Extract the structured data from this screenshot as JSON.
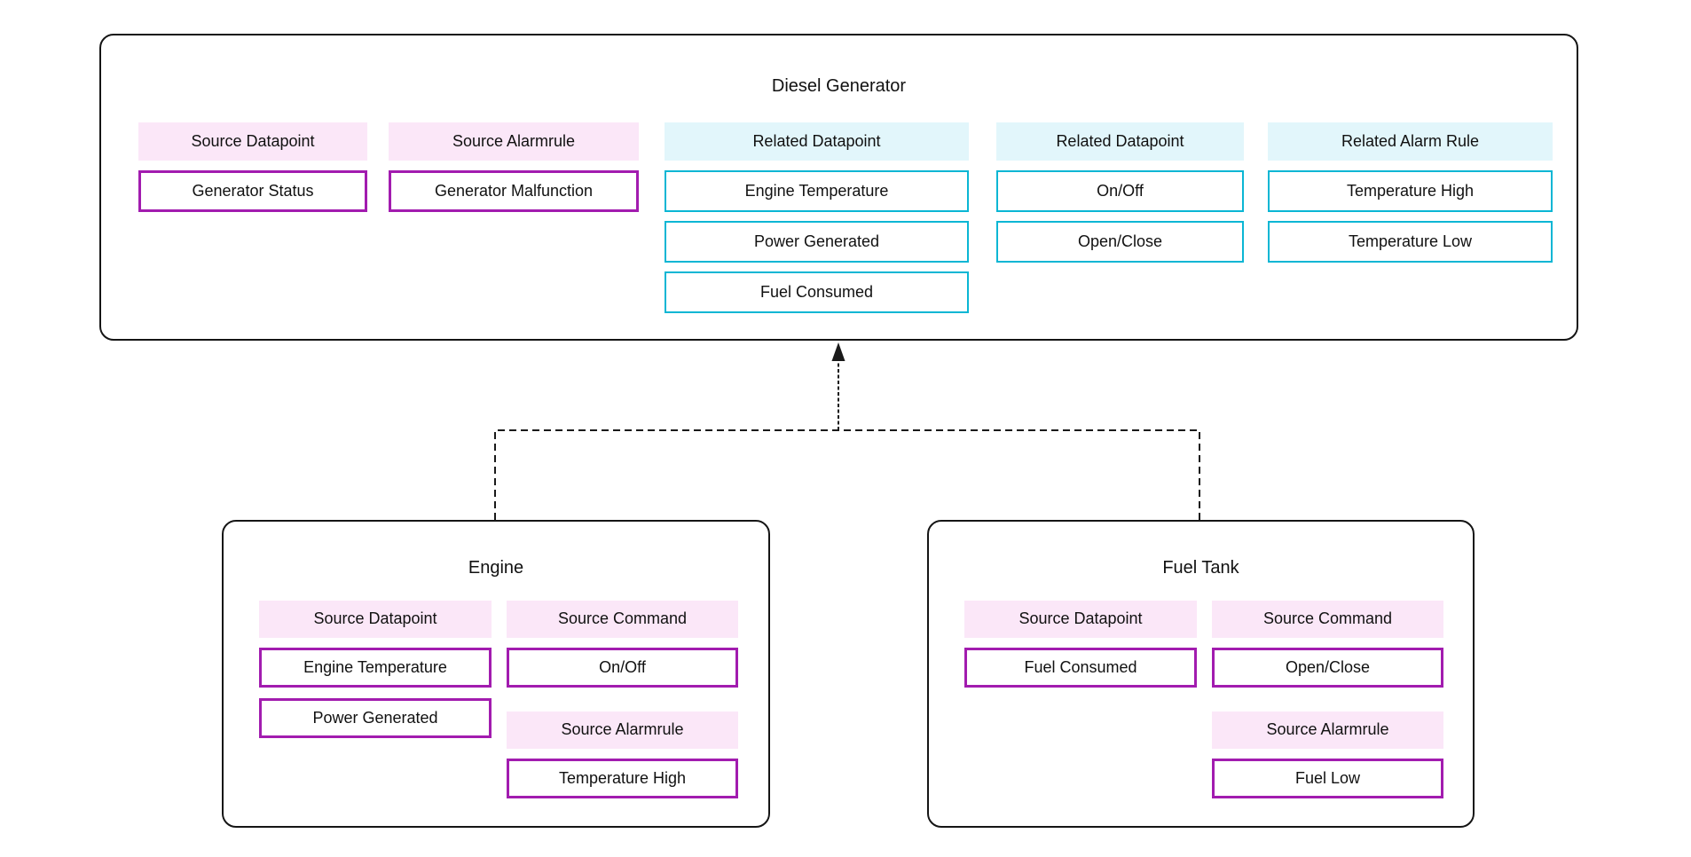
{
  "colors": {
    "source_header_bg": "#fbe7f8",
    "source_box_border": "#a21caf",
    "related_header_bg": "#e2f6fb",
    "related_box_border": "#0ab6d4",
    "node_border": "#151515",
    "connector": "#1a1a1a",
    "text": "#111111"
  },
  "nodes": {
    "generator": {
      "title": "Diesel Generator",
      "columns": [
        {
          "sections": [
            {
              "kind": "source",
              "header": "Source Datapoint",
              "items": [
                "Generator Status"
              ]
            }
          ]
        },
        {
          "sections": [
            {
              "kind": "source",
              "header": "Source Alarmrule",
              "items": [
                "Generator Malfunction"
              ]
            }
          ]
        },
        {
          "sections": [
            {
              "kind": "related",
              "header": "Related Datapoint",
              "items": [
                "Engine Temperature",
                "Power Generated",
                "Fuel Consumed"
              ]
            }
          ]
        },
        {
          "sections": [
            {
              "kind": "related",
              "header": "Related Datapoint",
              "items": [
                "On/Off",
                "Open/Close"
              ]
            }
          ]
        },
        {
          "sections": [
            {
              "kind": "related",
              "header": "Related Alarm Rule",
              "items": [
                "Temperature High",
                "Temperature Low"
              ]
            }
          ]
        }
      ]
    },
    "engine": {
      "title": "Engine",
      "columns": [
        {
          "sections": [
            {
              "kind": "source",
              "header": "Source Datapoint",
              "items": [
                "Engine Temperature",
                "Power Generated"
              ]
            }
          ]
        },
        {
          "sections": [
            {
              "kind": "source",
              "header": "Source Command",
              "items": [
                "On/Off"
              ]
            },
            {
              "kind": "source",
              "header": "Source Alarmrule",
              "items": [
                "Temperature High"
              ]
            }
          ]
        }
      ]
    },
    "fuel_tank": {
      "title": "Fuel Tank",
      "columns": [
        {
          "sections": [
            {
              "kind": "source",
              "header": "Source Datapoint",
              "items": [
                "Fuel Consumed"
              ]
            }
          ]
        },
        {
          "sections": [
            {
              "kind": "source",
              "header": "Source Command",
              "items": [
                "Open/Close"
              ]
            },
            {
              "kind": "source",
              "header": "Source Alarmrule",
              "items": [
                "Fuel Low"
              ]
            }
          ]
        }
      ]
    }
  }
}
